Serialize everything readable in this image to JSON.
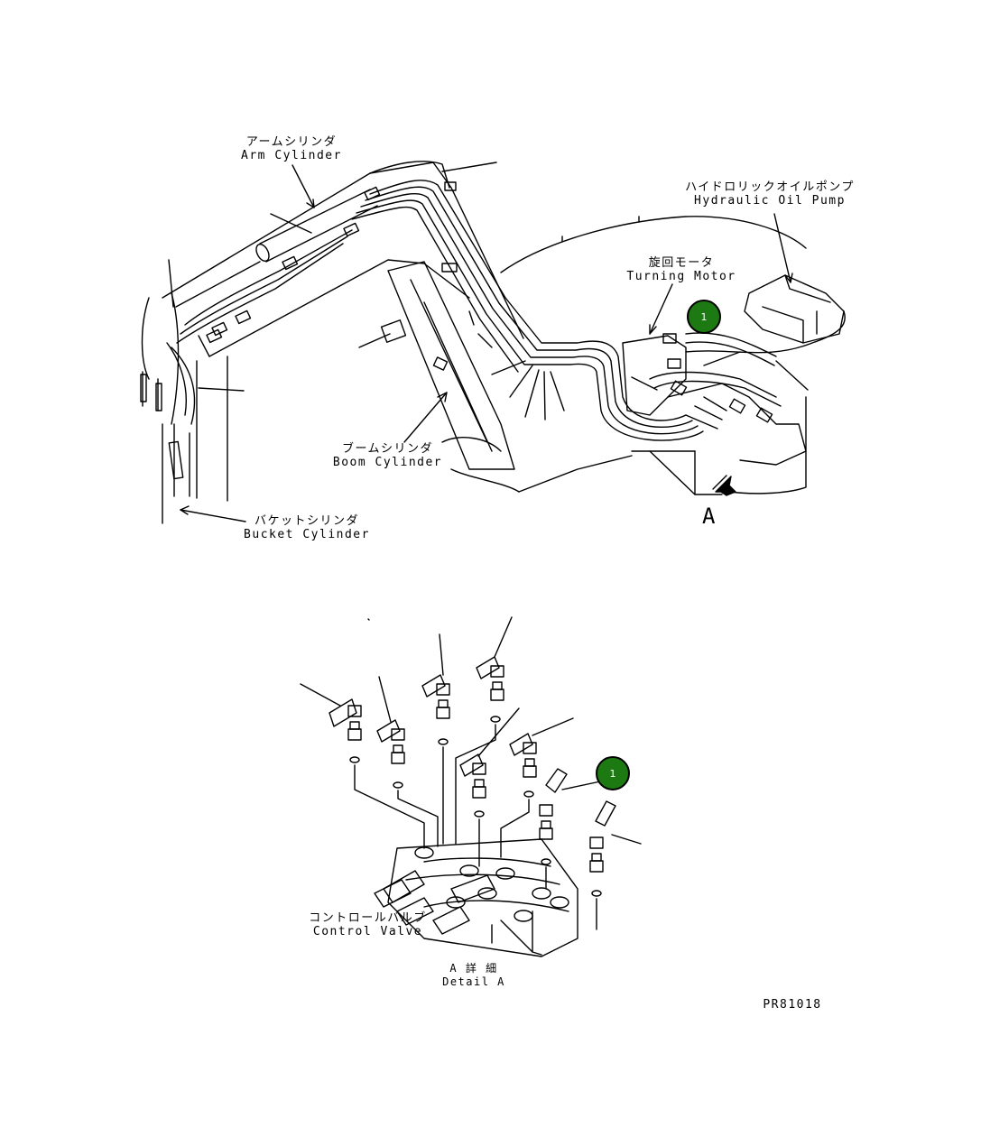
{
  "labels": {
    "arm_cylinder_jp": "アームシリンダ",
    "arm_cylinder_en": "Arm Cylinder",
    "hydraulic_pump_jp": "ハイドロリックオイルポンプ",
    "hydraulic_pump_en": "Hydraulic Oil Pump",
    "turning_motor_jp": "旋回モータ",
    "turning_motor_en": "Turning Motor",
    "boom_cylinder_jp": "ブームシリンダ",
    "boom_cylinder_en": "Boom Cylinder",
    "bucket_cylinder_jp": "バケットシリンダ",
    "bucket_cylinder_en": "Bucket Cylinder",
    "view_letter": "A",
    "control_valve_jp": "コントロールバルブ",
    "control_valve_en": "Control Valve",
    "detail_jp": "A 詳 細",
    "detail_en": "Detail A",
    "drawing_number": "PR81018"
  },
  "callouts": {
    "top": "1",
    "detail": "1"
  },
  "colors": {
    "callout_fill": "#1d7a12",
    "line": "#000000"
  }
}
